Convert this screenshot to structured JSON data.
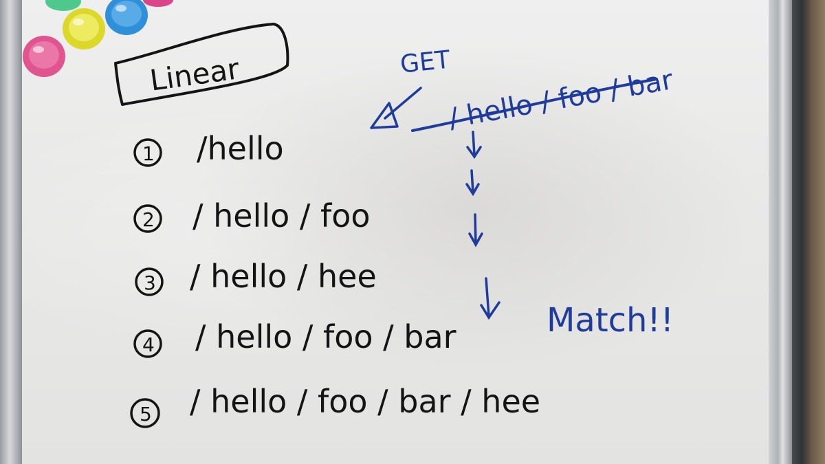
{
  "whiteboard": {
    "title": "Linear",
    "routes": [
      {
        "num": "1",
        "path": "/hello"
      },
      {
        "num": "2",
        "path": "/ hello / foo"
      },
      {
        "num": "3",
        "path": "/ hello / hee"
      },
      {
        "num": "4",
        "path": "/ hello / foo / bar"
      },
      {
        "num": "5",
        "path": "/ hello / foo / bar / hee"
      }
    ],
    "request": {
      "method": "GET",
      "path": "/ hello / foo / bar"
    },
    "result": "Match!!"
  },
  "colors": {
    "black_marker": "#141414",
    "blue_marker": "#1f3c9c",
    "magnet_pink": "#e0558f",
    "magnet_yellow": "#e4e23a",
    "magnet_blue": "#2f8fd8"
  }
}
